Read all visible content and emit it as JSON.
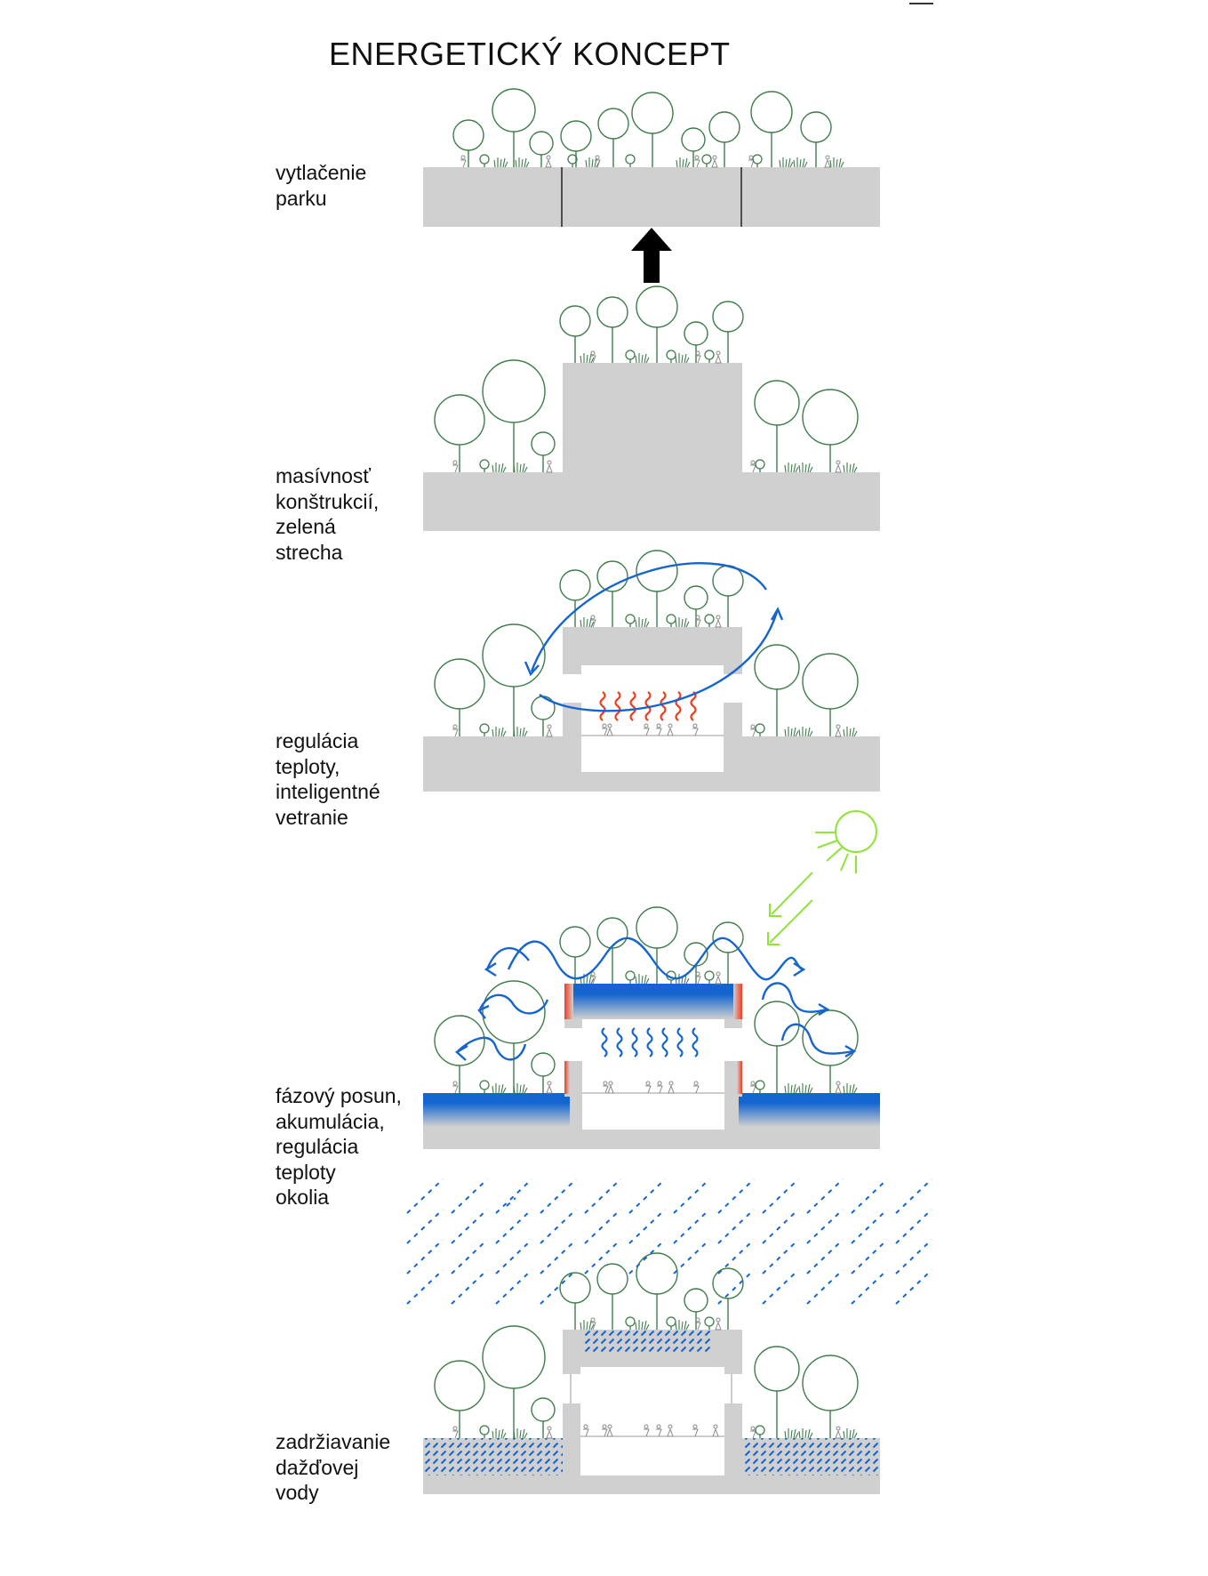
{
  "title": "ENERGETICKÝ KONCEPT",
  "colors": {
    "block_gray": "#d0d0d0",
    "tree_green": "#3e7d4a",
    "air_blue": "#1565d0",
    "heat_red": "#f03c1c",
    "sun_green": "#8ee43a",
    "figure_gray": "#888888",
    "arrow_black": "#000000"
  },
  "panels": [
    {
      "id": "park-displacement",
      "label_lines": [
        "vytlačenie",
        "parku"
      ]
    },
    {
      "id": "mass-green-roof",
      "label_lines": [
        "masívnosť",
        "konštrukcií,",
        "zelená",
        "strecha"
      ]
    },
    {
      "id": "ventilation",
      "label_lines": [
        "regulácia",
        "teploty,",
        "inteligentné",
        "vetranie"
      ]
    },
    {
      "id": "phase-shift",
      "label_lines": [
        "fázový posun,",
        "akumulácia,",
        "regulácia",
        "teploty",
        "okolia"
      ]
    },
    {
      "id": "rainwater",
      "label_lines": [
        "zadržiavanie",
        "dažďovej",
        "vody"
      ]
    }
  ]
}
